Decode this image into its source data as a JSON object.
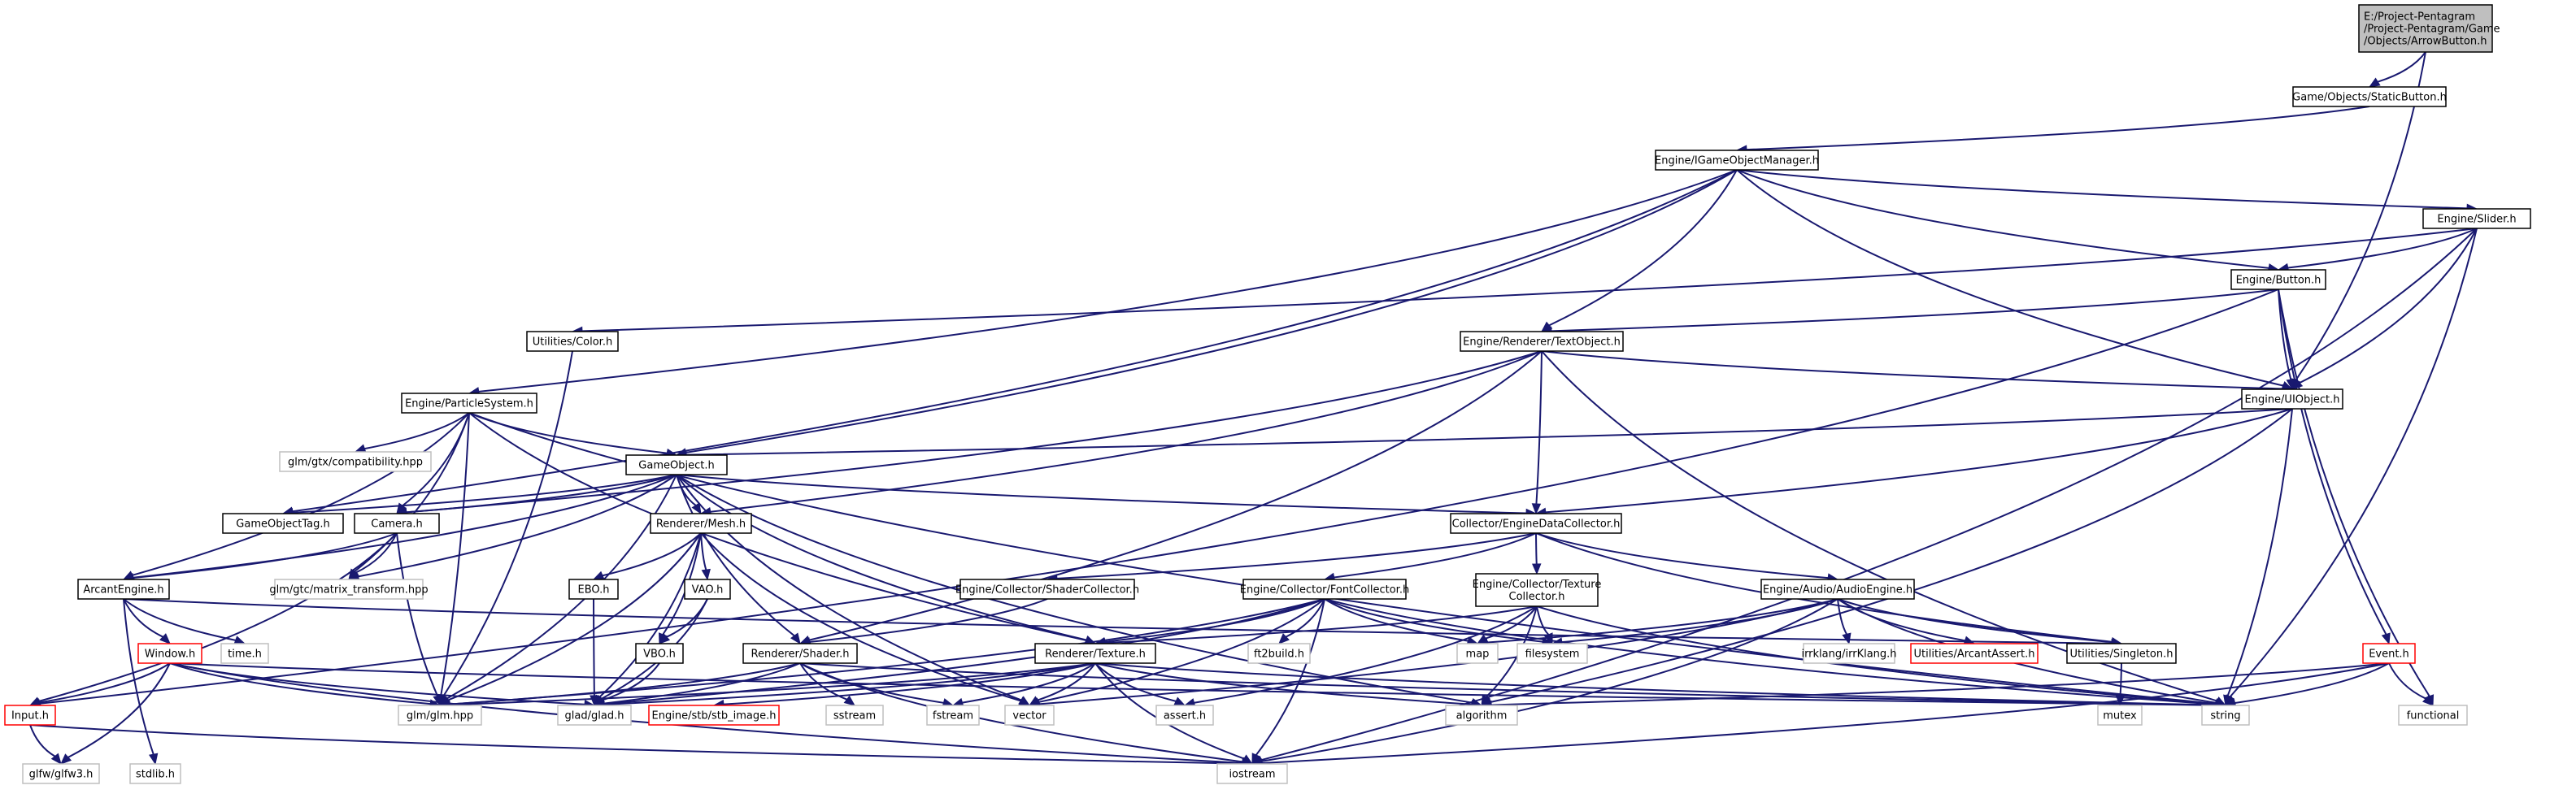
{
  "colors": {
    "edge": "#191970",
    "node_border": "#000000",
    "system_border": "#bfbfbf",
    "missing_border": "#ff0000",
    "root_fill": "#bfbfbf"
  },
  "nodes": [
    {
      "id": "root",
      "lines": [
        "E:/Project-Pentagram",
        "/Project-Pentagram/Game",
        "/Objects/ArrowButton.h"
      ],
      "style": "root"
    },
    {
      "id": "staticbutton",
      "lines": [
        "Game/Objects/StaticButton.h"
      ],
      "style": "normal"
    },
    {
      "id": "igom",
      "lines": [
        "Engine/IGameObjectManager.h"
      ],
      "style": "normal"
    },
    {
      "id": "slider",
      "lines": [
        "Engine/Slider.h"
      ],
      "style": "normal"
    },
    {
      "id": "button",
      "lines": [
        "Engine/Button.h"
      ],
      "style": "normal"
    },
    {
      "id": "color",
      "lines": [
        "Utilities/Color.h"
      ],
      "style": "normal"
    },
    {
      "id": "textobject",
      "lines": [
        "Engine/Renderer/TextObject.h"
      ],
      "style": "normal"
    },
    {
      "id": "uiobject",
      "lines": [
        "Engine/UIObject.h"
      ],
      "style": "normal"
    },
    {
      "id": "particle",
      "lines": [
        "Engine/ParticleSystem.h"
      ],
      "style": "normal"
    },
    {
      "id": "compat",
      "lines": [
        "glm/gtx/compatibility.hpp"
      ],
      "style": "sys"
    },
    {
      "id": "gameobject",
      "lines": [
        "GameObject.h"
      ],
      "style": "normal"
    },
    {
      "id": "gameobjecttag",
      "lines": [
        "GameObjectTag.h"
      ],
      "style": "normal"
    },
    {
      "id": "camera",
      "lines": [
        "Camera.h"
      ],
      "style": "normal"
    },
    {
      "id": "matrix",
      "lines": [
        "glm/gtc/matrix_transform.hpp"
      ],
      "style": "sys"
    },
    {
      "id": "mesh",
      "lines": [
        "Renderer/Mesh.h"
      ],
      "style": "normal"
    },
    {
      "id": "edc",
      "lines": [
        "Collector/EngineDataCollector.h"
      ],
      "style": "normal"
    },
    {
      "id": "shadercol",
      "lines": [
        "Engine/Collector/ShaderCollector.h"
      ],
      "style": "normal"
    },
    {
      "id": "fontcol",
      "lines": [
        "Engine/Collector/FontCollector.h"
      ],
      "style": "normal"
    },
    {
      "id": "texcol",
      "lines": [
        "Engine/Collector/Texture",
        "Collector.h"
      ],
      "style": "normal"
    },
    {
      "id": "audio",
      "lines": [
        "Engine/Audio/AudioEngine.h"
      ],
      "style": "normal"
    },
    {
      "id": "arcant",
      "lines": [
        "ArcantEngine.h"
      ],
      "style": "normal"
    },
    {
      "id": "ebo",
      "lines": [
        "EBO.h"
      ],
      "style": "normal"
    },
    {
      "id": "vao",
      "lines": [
        "VAO.h"
      ],
      "style": "normal"
    },
    {
      "id": "vbo",
      "lines": [
        "VBO.h"
      ],
      "style": "normal"
    },
    {
      "id": "shader",
      "lines": [
        "Renderer/Shader.h"
      ],
      "style": "normal"
    },
    {
      "id": "texture",
      "lines": [
        "Renderer/Texture.h"
      ],
      "style": "normal"
    },
    {
      "id": "ft2build",
      "lines": [
        "ft2build.h"
      ],
      "style": "sys"
    },
    {
      "id": "map",
      "lines": [
        "map"
      ],
      "style": "sys"
    },
    {
      "id": "filesystem",
      "lines": [
        "filesystem"
      ],
      "style": "sys"
    },
    {
      "id": "irrklang",
      "lines": [
        "irrklang/irrKlang.h"
      ],
      "style": "sys"
    },
    {
      "id": "arcassert",
      "lines": [
        "Utilities/ArcantAssert.h"
      ],
      "style": "red"
    },
    {
      "id": "singleton",
      "lines": [
        "Utilities/Singleton.h"
      ],
      "style": "normal"
    },
    {
      "id": "event",
      "lines": [
        "Event.h"
      ],
      "style": "red"
    },
    {
      "id": "time",
      "lines": [
        "time.h"
      ],
      "style": "sys"
    },
    {
      "id": "window",
      "lines": [
        "Window.h"
      ],
      "style": "red"
    },
    {
      "id": "input",
      "lines": [
        "Input.h"
      ],
      "style": "red"
    },
    {
      "id": "glm",
      "lines": [
        "glm/glm.hpp"
      ],
      "style": "sys"
    },
    {
      "id": "glad",
      "lines": [
        "glad/glad.h"
      ],
      "style": "sys"
    },
    {
      "id": "stbimage",
      "lines": [
        "Engine/stb/stb_image.h"
      ],
      "style": "red"
    },
    {
      "id": "sstream",
      "lines": [
        "sstream"
      ],
      "style": "sys"
    },
    {
      "id": "fstream",
      "lines": [
        "fstream"
      ],
      "style": "sys"
    },
    {
      "id": "vector",
      "lines": [
        "vector"
      ],
      "style": "sys"
    },
    {
      "id": "assert",
      "lines": [
        "assert.h"
      ],
      "style": "sys"
    },
    {
      "id": "algorithm",
      "lines": [
        "algorithm"
      ],
      "style": "sys"
    },
    {
      "id": "string",
      "lines": [
        "string"
      ],
      "style": "sys"
    },
    {
      "id": "mutex",
      "lines": [
        "mutex"
      ],
      "style": "sys"
    },
    {
      "id": "functional",
      "lines": [
        "functional"
      ],
      "style": "sys"
    },
    {
      "id": "glfw",
      "lines": [
        "glfw/glfw3.h"
      ],
      "style": "sys"
    },
    {
      "id": "stdlib",
      "lines": [
        "stdlib.h"
      ],
      "style": "sys"
    },
    {
      "id": "iostream",
      "lines": [
        "iostream"
      ],
      "style": "sys"
    }
  ],
  "edges": [
    [
      "root",
      "staticbutton"
    ],
    [
      "root",
      "uiobject"
    ],
    [
      "staticbutton",
      "igom"
    ],
    [
      "igom",
      "slider"
    ],
    [
      "igom",
      "button"
    ],
    [
      "igom",
      "textobject"
    ],
    [
      "igom",
      "uiobject"
    ],
    [
      "igom",
      "particle"
    ],
    [
      "igom",
      "gameobject"
    ],
    [
      "igom",
      "gameobjecttag"
    ],
    [
      "slider",
      "button"
    ],
    [
      "slider",
      "uiobject"
    ],
    [
      "slider",
      "color"
    ],
    [
      "slider",
      "string"
    ],
    [
      "slider",
      "iostream"
    ],
    [
      "button",
      "textobject"
    ],
    [
      "button",
      "uiobject"
    ],
    [
      "button",
      "event"
    ],
    [
      "button",
      "functional"
    ],
    [
      "button",
      "input"
    ],
    [
      "textobject",
      "uiobject"
    ],
    [
      "textobject",
      "edc"
    ],
    [
      "textobject",
      "mesh"
    ],
    [
      "textobject",
      "shader"
    ],
    [
      "textobject",
      "camera"
    ],
    [
      "textobject",
      "string"
    ],
    [
      "uiobject",
      "gameobject"
    ],
    [
      "uiobject",
      "edc"
    ],
    [
      "uiobject",
      "algorithm"
    ],
    [
      "uiobject",
      "string"
    ],
    [
      "color",
      "glm"
    ],
    [
      "particle",
      "gameobject"
    ],
    [
      "particle",
      "camera"
    ],
    [
      "particle",
      "arcant"
    ],
    [
      "particle",
      "compat"
    ],
    [
      "particle",
      "matrix"
    ],
    [
      "particle",
      "glm"
    ],
    [
      "particle",
      "texture"
    ],
    [
      "particle",
      "string"
    ],
    [
      "gameobject",
      "edc"
    ],
    [
      "gameobject",
      "gameobjecttag"
    ],
    [
      "gameobject",
      "camera"
    ],
    [
      "gameobject",
      "mesh"
    ],
    [
      "gameobject",
      "arcant"
    ],
    [
      "gameobject",
      "matrix"
    ],
    [
      "gameobject",
      "glm"
    ],
    [
      "gameobject",
      "shader"
    ],
    [
      "gameobject",
      "texture"
    ],
    [
      "gameobject",
      "vector"
    ],
    [
      "gameobject",
      "algorithm"
    ],
    [
      "camera",
      "arcant"
    ],
    [
      "camera",
      "matrix"
    ],
    [
      "camera",
      "glm"
    ],
    [
      "camera",
      "input"
    ],
    [
      "mesh",
      "ebo"
    ],
    [
      "mesh",
      "vao"
    ],
    [
      "mesh",
      "vbo"
    ],
    [
      "mesh",
      "glm"
    ],
    [
      "mesh",
      "glad"
    ],
    [
      "mesh",
      "vector"
    ],
    [
      "edc",
      "shadercol"
    ],
    [
      "edc",
      "fontcol"
    ],
    [
      "edc",
      "texcol"
    ],
    [
      "edc",
      "audio"
    ],
    [
      "edc",
      "singleton"
    ],
    [
      "shadercol",
      "shader"
    ],
    [
      "fontcol",
      "texture"
    ],
    [
      "fontcol",
      "ft2build"
    ],
    [
      "fontcol",
      "map"
    ],
    [
      "fontcol",
      "filesystem"
    ],
    [
      "fontcol",
      "glm"
    ],
    [
      "fontcol",
      "glad"
    ],
    [
      "fontcol",
      "vector"
    ],
    [
      "fontcol",
      "string"
    ],
    [
      "fontcol",
      "iostream"
    ],
    [
      "texcol",
      "texture"
    ],
    [
      "texcol",
      "map"
    ],
    [
      "texcol",
      "filesystem"
    ],
    [
      "texcol",
      "algorithm"
    ],
    [
      "texcol",
      "string"
    ],
    [
      "texcol",
      "assert"
    ],
    [
      "audio",
      "irrklang"
    ],
    [
      "audio",
      "arcassert"
    ],
    [
      "audio",
      "singleton"
    ],
    [
      "audio",
      "map"
    ],
    [
      "audio",
      "filesystem"
    ],
    [
      "audio",
      "vector"
    ],
    [
      "audio",
      "string"
    ],
    [
      "audio",
      "iostream"
    ],
    [
      "arcant",
      "window"
    ],
    [
      "arcant",
      "time"
    ],
    [
      "arcant",
      "stdlib"
    ],
    [
      "arcant",
      "singleton"
    ],
    [
      "ebo",
      "glad"
    ],
    [
      "vao",
      "vbo"
    ],
    [
      "vao",
      "glad"
    ],
    [
      "vbo",
      "glad"
    ],
    [
      "shader",
      "glm"
    ],
    [
      "shader",
      "glad"
    ],
    [
      "shader",
      "sstream"
    ],
    [
      "shader",
      "fstream"
    ],
    [
      "shader",
      "string"
    ],
    [
      "shader",
      "iostream"
    ],
    [
      "texture",
      "glm"
    ],
    [
      "texture",
      "glad"
    ],
    [
      "texture",
      "stbimage"
    ],
    [
      "texture",
      "vector"
    ],
    [
      "texture",
      "assert"
    ],
    [
      "texture",
      "algorithm"
    ],
    [
      "texture",
      "string"
    ],
    [
      "texture",
      "iostream"
    ],
    [
      "texture",
      "fstream"
    ],
    [
      "singleton",
      "mutex"
    ],
    [
      "event",
      "functional"
    ],
    [
      "event",
      "string"
    ],
    [
      "event",
      "iostream"
    ],
    [
      "event",
      "algorithm"
    ],
    [
      "window",
      "input"
    ],
    [
      "window",
      "glfw"
    ],
    [
      "window",
      "glad"
    ],
    [
      "window",
      "glm"
    ],
    [
      "window",
      "iostream"
    ],
    [
      "window",
      "string"
    ],
    [
      "input",
      "glfw"
    ],
    [
      "input",
      "iostream"
    ]
  ]
}
